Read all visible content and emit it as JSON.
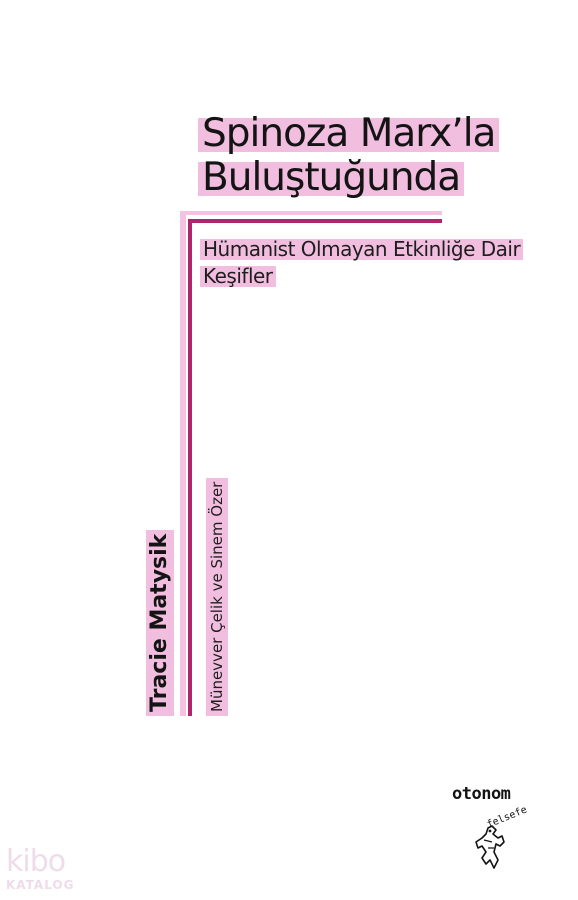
{
  "book": {
    "title_lines": [
      "Spinoza Marx’la",
      "Buluştuğunda"
    ],
    "subtitle_lines": [
      "Hümanist Olmayan Etkinliğe Dair",
      "Keşifler"
    ],
    "author": "Tracie Matysik",
    "translators": "Münevver Çelik ve Sinem Özer"
  },
  "publisher": {
    "name": "otonom",
    "series": "felsefe",
    "logo_icon": "publisher-figure-icon"
  },
  "watermark": {
    "logo": "kibo",
    "label": "KATALOG"
  },
  "colors": {
    "highlight_pink": "#f2bedf",
    "frame_magenta": "#b0266e",
    "text": "#141414"
  }
}
